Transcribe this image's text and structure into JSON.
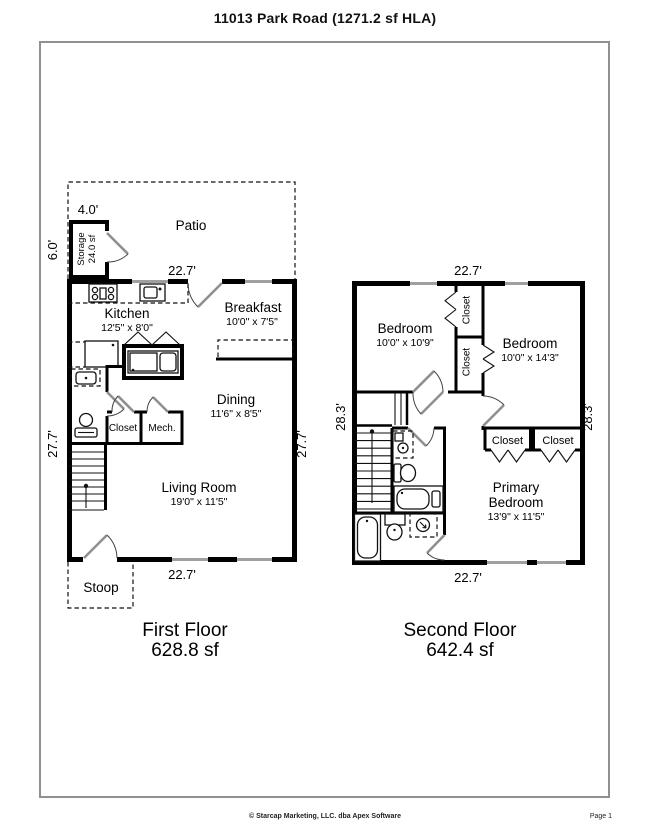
{
  "title": "11013 Park Road (1271.2 sf HLA)",
  "footer": {
    "copyright": "© Starcap Marketing, LLC. dba Apex Software",
    "page": "Page 1"
  },
  "first_floor": {
    "label": "First Floor",
    "area": "628.8 sf",
    "dim_top": "22.7'",
    "dim_bottom": "22.7'",
    "dim_left": "27.7'",
    "dim_right": "27.7'",
    "patio": {
      "label": "Patio",
      "width": "4.0'",
      "depth": "6.0'"
    },
    "storage": {
      "label": "Storage",
      "area": "24.0 sf"
    },
    "kitchen": {
      "label": "Kitchen",
      "dims": "12'5\" x 8'0\""
    },
    "breakfast": {
      "label": "Breakfast",
      "dims": "10'0\" x 7'5\""
    },
    "dining": {
      "label": "Dining",
      "dims": "11'6\" x 8'5\""
    },
    "living": {
      "label": "Living Room",
      "dims": "19'0\" x 11'5\""
    },
    "closet": {
      "label": "Closet"
    },
    "mech": {
      "label": "Mech."
    },
    "stoop": {
      "label": "Stoop"
    }
  },
  "second_floor": {
    "label": "Second Floor",
    "area": "642.4 sf",
    "dim_top": "22.7'",
    "dim_bottom": "22.7'",
    "dim_left": "28.3'",
    "dim_right": "28.3'",
    "bedroom1": {
      "label": "Bedroom",
      "dims": "10'0\" x 10'9\""
    },
    "bedroom2": {
      "label": "Bedroom",
      "dims": "10'0\" x 14'3\""
    },
    "closet_top": {
      "label": "Closet"
    },
    "closet_mid": {
      "label": "Closet"
    },
    "closet_a": {
      "label": "Closet"
    },
    "closet_b": {
      "label": "Closet"
    },
    "primary": {
      "line1": "Primary",
      "line2": "Bedroom",
      "dims": "13'9\" x 11'5\""
    }
  }
}
